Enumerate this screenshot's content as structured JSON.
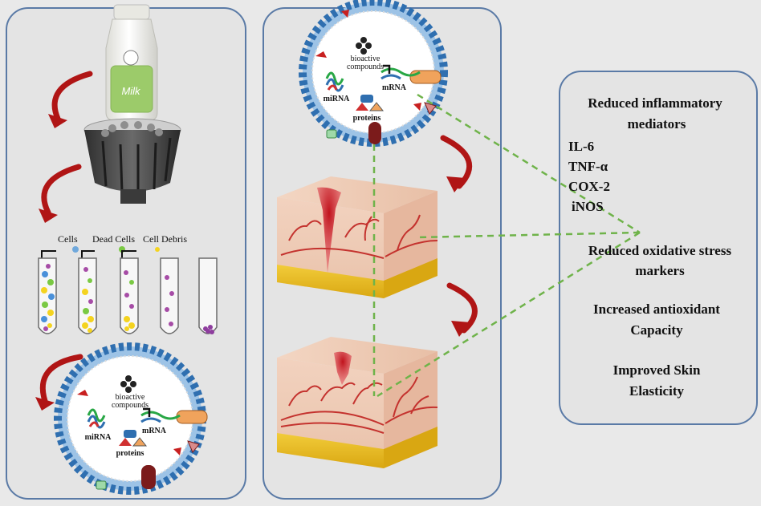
{
  "tube_legend": {
    "cells": "Cells",
    "dead_cells": "Dead Cells",
    "cell_debris": "Cell Debris"
  },
  "milk_label": "Milk",
  "exosome": {
    "bioactive": [
      "bioactive",
      "compounds"
    ],
    "mirna": "miRNA",
    "mrna": "mRNA",
    "proteins": "proteins"
  },
  "effects": {
    "inflammatory_title": [
      "Reduced inflammatory",
      "mediators"
    ],
    "markers": [
      "IL-6",
      "TNF-α",
      "COX-2",
      "iNOS"
    ],
    "oxidative": [
      "Reduced oxidative stress",
      "markers"
    ],
    "antioxidant": [
      "Increased antioxidant",
      "Capacity"
    ],
    "elasticity": [
      "Improved Skin",
      "Elasticity"
    ]
  },
  "colors": {
    "panel_border": "#5a7aa6",
    "arrow_red": "#b01515",
    "dashed_green": "#6fb34a",
    "membrane_blue": "#2f6fb0"
  }
}
